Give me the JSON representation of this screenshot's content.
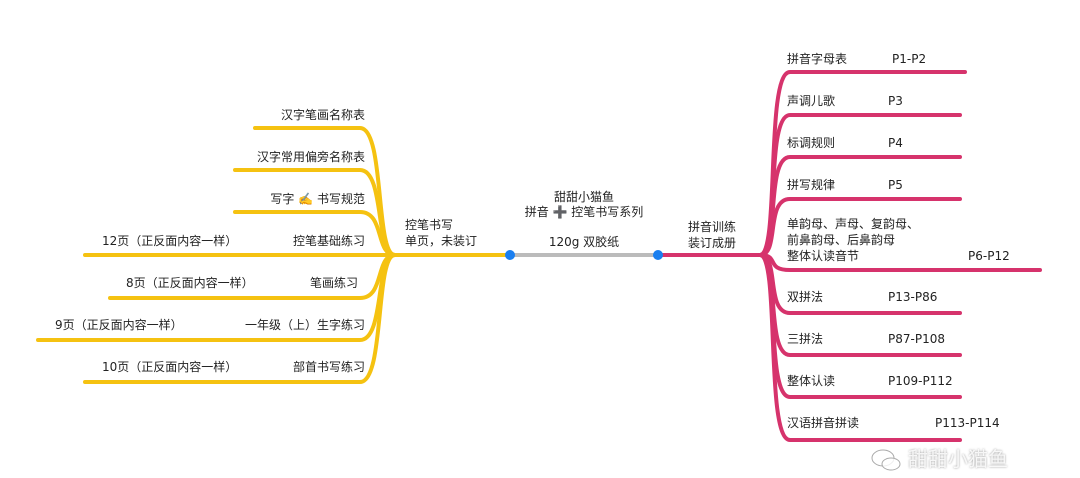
{
  "root": {
    "line1": "甜甜小猫鱼",
    "line2": "拼音 ➕ 控笔书写系列",
    "paper": "120g 双胶纸"
  },
  "left_branch": {
    "line1": "控笔书写",
    "line2": "单页，未装订",
    "items": [
      {
        "label": "汉字笔画名称表",
        "note": ""
      },
      {
        "label": "汉字常用偏旁名称表",
        "note": ""
      },
      {
        "label": "写字 ✍️ 书写规范",
        "note": ""
      },
      {
        "label": "控笔基础练习",
        "note": "12页（正反面内容一样）"
      },
      {
        "label": "笔画练习",
        "note": "8页（正反面内容一样）"
      },
      {
        "label": "一年级（上）生字练习",
        "note": "9页（正反面内容一样）"
      },
      {
        "label": "部首书写练习",
        "note": "10页（正反面内容一样）"
      }
    ]
  },
  "right_branch": {
    "line1": "拼音训练",
    "line2": "装订成册",
    "items": [
      {
        "label": "拼音字母表",
        "pages": "P1-P2"
      },
      {
        "label": "声调儿歌",
        "pages": "P3"
      },
      {
        "label": "标调规则",
        "pages": "P4"
      },
      {
        "label": "拼写规律",
        "pages": "P5"
      },
      {
        "label1": "单韵母、声母、复韵母、",
        "label2": "前鼻韵母、后鼻韵母",
        "label3": "整体认读音节",
        "pages": "P6-P12"
      },
      {
        "label": "双拼法",
        "pages": "P13-P86"
      },
      {
        "label": "三拼法",
        "pages": "P87-P108"
      },
      {
        "label": "整体认读",
        "pages": "P109-P112"
      },
      {
        "label": "汉语拼音拼读",
        "pages": "P113-P114"
      }
    ]
  },
  "watermark": "甜甜小猫鱼",
  "colors": {
    "left": "#f5c211",
    "right": "#d6336c",
    "center": "#bbbbbb",
    "dot": "#1a7ff0"
  }
}
